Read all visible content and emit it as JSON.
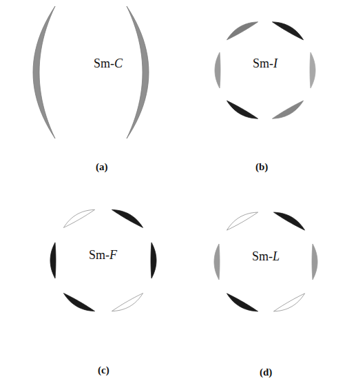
{
  "diagram": {
    "labels": [
      "Sm-C",
      "(a)",
      "Sm-I",
      "(b)",
      "Sm-F",
      "(c)",
      "Sm-L",
      "(d)"
    ]
  }
}
